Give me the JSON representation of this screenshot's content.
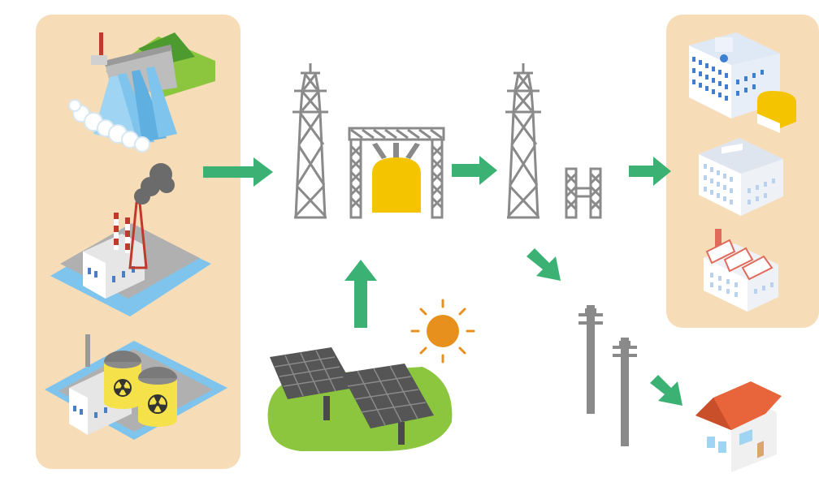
{
  "diagram": {
    "kind": "electricity supply flow",
    "nodes": [
      {
        "id": "generation",
        "items": [
          "hydroelectric-dam",
          "thermal-power-plant",
          "nuclear-power-plant"
        ]
      },
      {
        "id": "solar",
        "items": [
          "solar-panels",
          "sun"
        ]
      },
      {
        "id": "transmission",
        "items": [
          "transmission-tower",
          "primary-substation",
          "transmission-tower",
          "distribution-substation"
        ]
      },
      {
        "id": "large-consumers",
        "items": [
          "hospital",
          "office-building",
          "factory"
        ]
      },
      {
        "id": "household",
        "items": [
          "utility-poles",
          "house"
        ]
      }
    ],
    "edges": [
      {
        "from": "generation",
        "to": "transmission"
      },
      {
        "from": "solar",
        "to": "transmission"
      },
      {
        "from": "transmission",
        "to": "large-consumers"
      },
      {
        "from": "transmission",
        "to": "household"
      }
    ]
  },
  "colors": {
    "panel_bg": "#f7dcb8",
    "arrow": "#3bb273",
    "tower": "#8a8a8a",
    "transformer": "#f5c400",
    "water": "#7fc4ec",
    "grass": "#8cc63f",
    "sun": "#e8901e",
    "roof_red": "#e8643a",
    "building_blue": "#3d7fd1",
    "smoke": "#6b6b6b"
  }
}
